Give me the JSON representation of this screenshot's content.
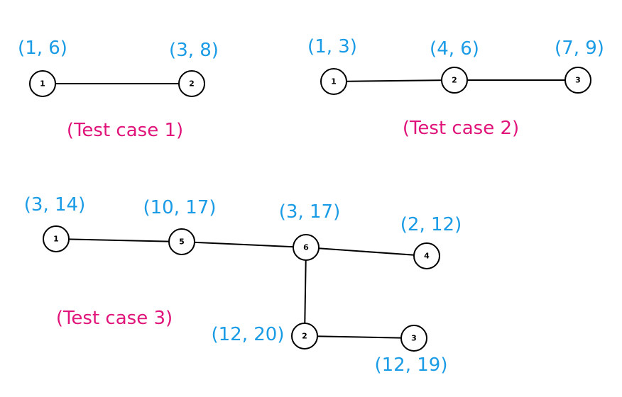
{
  "colors": {
    "label": "#1a9be6",
    "caption": "#e0147a",
    "stroke": "#000000"
  },
  "test_cases": [
    {
      "caption": "(Test case 1)",
      "nodes": [
        {
          "id": "1",
          "label": "(1, 6)"
        },
        {
          "id": "2",
          "label": "(3, 8)"
        }
      ],
      "edges": [
        [
          "1",
          "2"
        ]
      ]
    },
    {
      "caption": "(Test case 2)",
      "nodes": [
        {
          "id": "1",
          "label": "(1, 3)"
        },
        {
          "id": "2",
          "label": "(4, 6)"
        },
        {
          "id": "3",
          "label": "(7, 9)"
        }
      ],
      "edges": [
        [
          "1",
          "2"
        ],
        [
          "2",
          "3"
        ]
      ]
    },
    {
      "caption": "(Test case 3)",
      "nodes": [
        {
          "id": "1",
          "label": "(3, 14)"
        },
        {
          "id": "5",
          "label": "(10, 17)"
        },
        {
          "id": "6",
          "label": "(3, 17)"
        },
        {
          "id": "4",
          "label": "(2, 12)"
        },
        {
          "id": "2",
          "label": "(12, 20)"
        },
        {
          "id": "3",
          "label": "(12, 19)"
        }
      ],
      "edges": [
        [
          "1",
          "5"
        ],
        [
          "5",
          "6"
        ],
        [
          "6",
          "4"
        ],
        [
          "6",
          "2"
        ],
        [
          "2",
          "3"
        ]
      ]
    }
  ]
}
